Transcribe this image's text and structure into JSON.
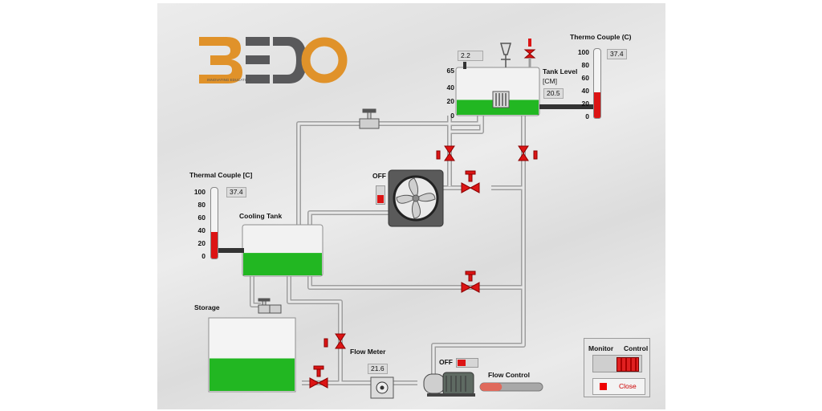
{
  "logo": {
    "letters": "BEDO",
    "tagline": "INNOVATING EDUCATION"
  },
  "colors": {
    "green": "#22b722",
    "red": "#dc1414",
    "pipe": "#c4c4c4",
    "accent_orange": "#e0922a",
    "logo_gray": "#59595b"
  },
  "heater_tank": {
    "level_value": "2.2",
    "label_line1": "Tank Level",
    "label_line2": "[CM]",
    "level_display": "20.5",
    "scale": [
      "65",
      "40",
      "20",
      "0"
    ],
    "fill_level": 0.32
  },
  "thermo_right": {
    "title": "Thermo Couple (C)",
    "value": "37.4",
    "scale": [
      "100",
      "80",
      "60",
      "40",
      "20",
      "0"
    ],
    "level": 0.374
  },
  "thermo_left": {
    "title": "Thermal Couple [C]",
    "value": "37.4",
    "scale": [
      "100",
      "80",
      "60",
      "40",
      "20",
      "0"
    ],
    "level": 0.374
  },
  "fan": {
    "status": "OFF",
    "icon": "fan-icon"
  },
  "cooling_tank": {
    "label": "Cooling Tank",
    "fill_level": 0.45
  },
  "storage": {
    "label": "Storage",
    "fill_level": 0.45
  },
  "flow_meter": {
    "label": "Flow Meter",
    "value": "21.6"
  },
  "pump": {
    "status": "OFF",
    "icon": "pump-motor-icon"
  },
  "flow_control": {
    "label": "Flow Control",
    "level": 0.35
  },
  "mode_switch": {
    "left_label": "Monitor",
    "right_label": "Control",
    "state": "Control"
  },
  "close_button": {
    "label": "Close"
  }
}
